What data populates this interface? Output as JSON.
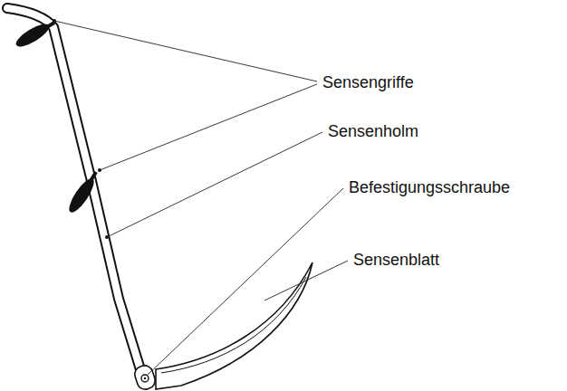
{
  "diagram": {
    "labels": [
      "Sensengriffe",
      "Sensenholm",
      "Befestigungsschraube",
      "Sensenblatt"
    ]
  }
}
